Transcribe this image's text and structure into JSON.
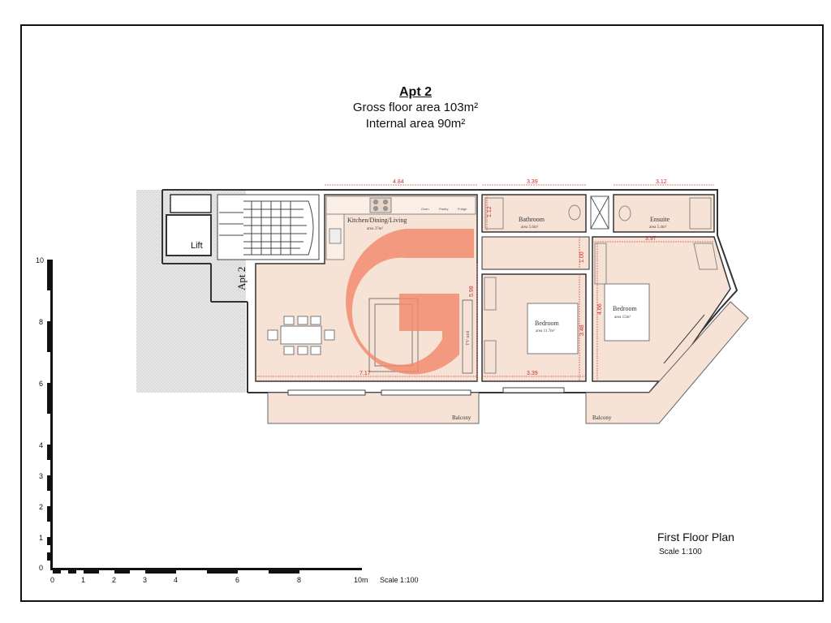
{
  "header": {
    "apt": "Apt 2",
    "gross_area": "Gross floor area 103m²",
    "internal_area": "Internal area 90m²"
  },
  "footer": {
    "plan_title": "First Floor Plan",
    "plan_scale": "Scale 1:100"
  },
  "scale_bar": {
    "x_labels": [
      "0",
      "1",
      "2",
      "3",
      "4",
      "6",
      "8",
      "10m"
    ],
    "y_labels": [
      "10",
      "8",
      "6",
      "4",
      "3",
      "2",
      "1",
      "0"
    ],
    "caption": "Scale 1:100"
  },
  "rooms": {
    "lift": "Lift",
    "apt2_label": "Apt 2",
    "kitchen": "Kitchen/Dining/Living",
    "kitchen_area": "area 37m²",
    "bathroom": "Bathroom",
    "bathroom_area": "area 5.6m²",
    "ensuite": "Ensuite",
    "ensuite_area": "area 5.4m²",
    "bedroom1": "Bedroom",
    "bedroom1_area": "area 11.7m²",
    "bedroom2": "Bedroom",
    "bedroom2_area": "area 15m²",
    "balcony1": "Balcony",
    "balcony2": "Balcony",
    "tv_unit": "TV unit",
    "appliances": [
      "Oven",
      "Pantry",
      "Fridge"
    ]
  },
  "dimensions": {
    "d_484": "4.84",
    "d_339_top": "3.39",
    "d_312": "3.12",
    "d_112": "1.12",
    "d_397": "3.97",
    "d_100": "1.00",
    "d_598": "5.98",
    "d_348": "3.48",
    "d_466": "4.66",
    "d_717": "7.17",
    "d_339_bottom": "3.39"
  },
  "colors": {
    "room_fill": "#f7e3d6",
    "dim_line": "#d9534f",
    "logo": "#f0846a",
    "wall": "#333333"
  }
}
